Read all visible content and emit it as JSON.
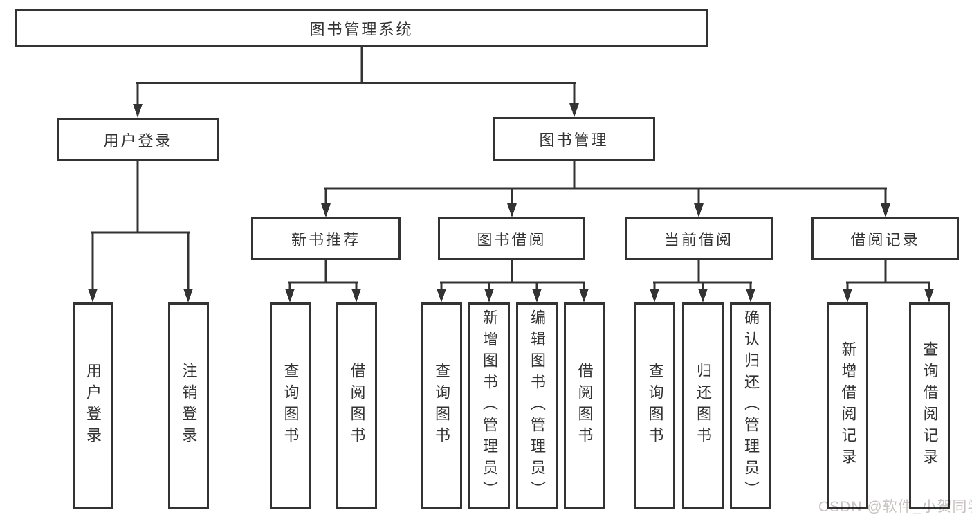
{
  "diagram_title": "图书管理系统",
  "colors": {
    "line": "#333333",
    "text": "#333333",
    "watermark": "#c9c2c2",
    "background": "#ffffff"
  },
  "tree": {
    "root": {
      "label": "图书管理系统"
    },
    "branches": [
      {
        "label": "用户登录",
        "children": [
          {
            "label": "用户登录"
          },
          {
            "label": "注销登录"
          }
        ]
      },
      {
        "label": "图书管理",
        "groups": [
          {
            "label": "新书推荐",
            "children": [
              {
                "label": "查询图书"
              },
              {
                "label": "借阅图书"
              }
            ]
          },
          {
            "label": "图书借阅",
            "children": [
              {
                "label": "查询图书"
              },
              {
                "label": "新增图书（管理员）"
              },
              {
                "label": "编辑图书（管理员）"
              },
              {
                "label": "借阅图书"
              }
            ]
          },
          {
            "label": "当前借阅",
            "children": [
              {
                "label": "查询图书"
              },
              {
                "label": "归还图书"
              },
              {
                "label": "确认归还（管理员）"
              }
            ]
          },
          {
            "label": "借阅记录",
            "children": [
              {
                "label": "新增借阅记录"
              },
              {
                "label": "查询借阅记录"
              }
            ]
          }
        ]
      }
    ]
  },
  "watermark": "CSDN @软件_小贺同学"
}
